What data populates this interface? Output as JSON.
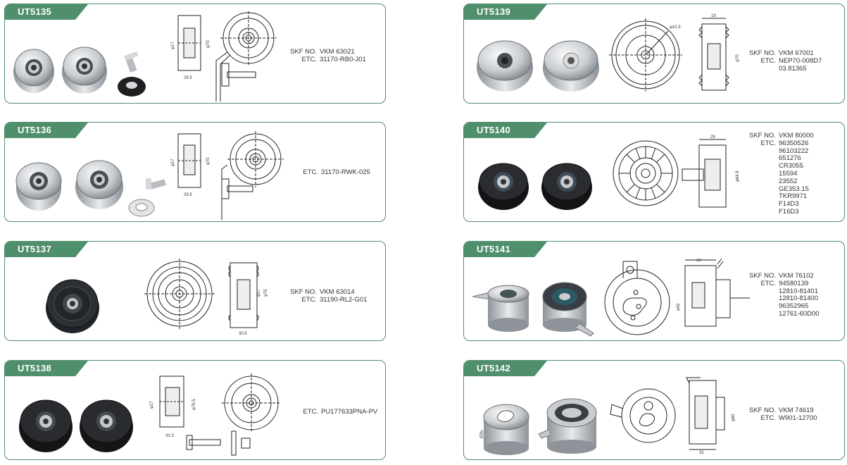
{
  "colors": {
    "tag": "#4f8f6c",
    "border": "#4f8f6c",
    "metal": "#c7ccd0",
    "black": "#1e1e20"
  },
  "cards": [
    {
      "code": "UT5135",
      "skf_label": "SKF NO.",
      "skf": "VKM 63021",
      "etc_label": "ETC.",
      "etc": [
        "31170-RB0-J01"
      ],
      "dims": [
        "φ17",
        "φ70",
        "29.5"
      ]
    },
    {
      "code": "UT5136",
      "skf_label": "",
      "skf": "",
      "etc_label": "ETC.",
      "etc": [
        "31170-RWK-025"
      ],
      "dims": [
        "φ17",
        "φ70",
        "29.5"
      ]
    },
    {
      "code": "UT5137",
      "skf_label": "SKF NO.",
      "skf": "VKM 63014",
      "etc_label": "ETC.",
      "etc": [
        "31190-RL2-G01"
      ],
      "dims": [
        "φ17",
        "φ75",
        "30.5"
      ]
    },
    {
      "code": "UT5138",
      "skf_label": "",
      "skf": "",
      "etc_label": "ETC.",
      "etc": [
        "PU177633PNA-PV"
      ],
      "dims": [
        "φ17",
        "φ76.5",
        "33.3"
      ]
    },
    {
      "code": "UT5139",
      "skf_label": "SKF NO.",
      "skf": "VKM 67001",
      "etc_label": "ETC.",
      "etc": [
        "NEP70-008D7",
        "03.81365"
      ],
      "dims": [
        "φ10.3",
        "19",
        "φ70"
      ]
    },
    {
      "code": "UT5140",
      "skf_label": "SKF NO.",
      "skf": "VKM 80000",
      "etc_label": "ETC.",
      "etc": [
        "96350526",
        "96103222",
        "651276",
        "CR3055",
        "15594",
        "23552",
        "GE353.15",
        "TKR9971",
        "F14D3",
        "F16D3"
      ],
      "dims": [
        "29",
        "φ64.8"
      ]
    },
    {
      "code": "UT5141",
      "skf_label": "SKF NO.",
      "skf": "VKM 76102",
      "etc_label": "ETC.",
      "etc": [
        "94580139",
        "12810-81401",
        "12810-81400",
        "96352965",
        "12761-60D00"
      ],
      "dims": [
        "28",
        "φ42"
      ]
    },
    {
      "code": "UT5142",
      "skf_label": "SKF NO.",
      "skf": "VKM 74619",
      "etc_label": "ETC.",
      "etc": [
        "W901-12700"
      ],
      "dims": [
        "φ60",
        "32"
      ]
    }
  ]
}
